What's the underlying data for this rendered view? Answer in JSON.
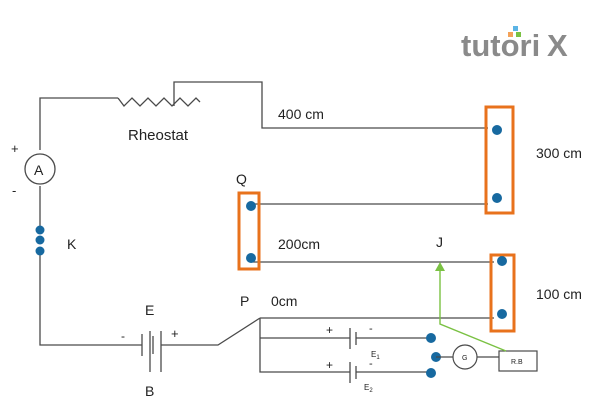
{
  "logo": {
    "text": "tutori",
    "suffix": "X",
    "accent_colors": [
      "#f4a259",
      "#7ac143",
      "#5bb4e5"
    ]
  },
  "labels": {
    "rheostat": "Rheostat",
    "ammeter": "A",
    "ammeter_plus": "+",
    "ammeter_minus": "-",
    "key": "K",
    "battery_top": "E",
    "battery_bottom": "B",
    "battery_minus": "-",
    "battery_plus": "+",
    "point_p": "P",
    "point_q": "Q",
    "point_j": "J",
    "len_400": "400 cm",
    "len_300": "300 cm",
    "len_200": "200cm",
    "len_100": "100 cm",
    "len_0": "0cm",
    "cell1_plus": "+",
    "cell1_minus": "-",
    "cell1_name": "E",
    "cell1_sub": "1",
    "cell2_plus": "+",
    "cell2_minus": "-",
    "cell2_name": "E",
    "cell2_sub": "2",
    "galvanometer": "G",
    "resistance_box": "R.B"
  },
  "colors": {
    "wire": "#4a4a4a",
    "terminal": "#1769a0",
    "connector": "#e8721c",
    "jockey": "#7ac143"
  }
}
